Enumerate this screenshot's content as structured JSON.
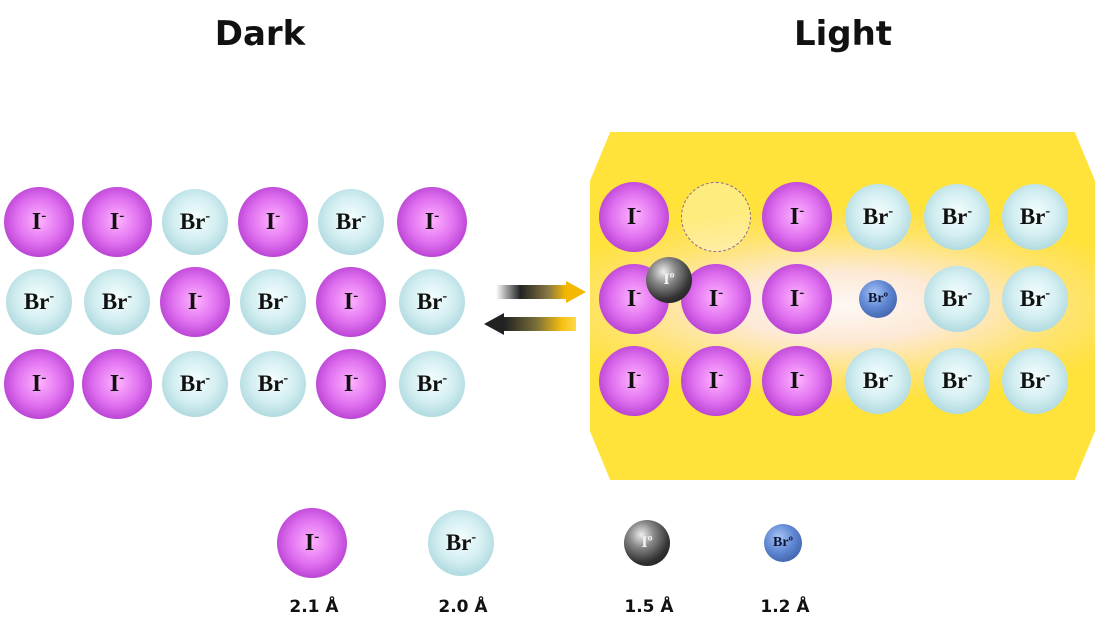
{
  "titles": {
    "dark": "Dark",
    "light": "Light"
  },
  "ions": {
    "iodide": {
      "symbol": "I",
      "charge": "-"
    },
    "bromide": {
      "symbol": "Br",
      "charge": "-"
    },
    "iodine0": {
      "symbol": "I",
      "charge": "o"
    },
    "bromine0": {
      "symbol": "Br",
      "charge": "o"
    }
  },
  "dark_lattice": [
    [
      "iodide",
      "iodide",
      "bromide",
      "iodide",
      "bromide",
      "iodide"
    ],
    [
      "bromide",
      "bromide",
      "iodide",
      "bromide",
      "iodide",
      "bromide"
    ],
    [
      "iodide",
      "iodide",
      "bromide",
      "bromide",
      "iodide",
      "bromide"
    ]
  ],
  "light_lattice": [
    [
      "iodide",
      "vacancy",
      "iodide",
      "bromide",
      "bromide",
      "bromide"
    ],
    [
      "iodide",
      "iodide",
      "iodide",
      "bromine0",
      "bromide",
      "bromide"
    ],
    [
      "iodide",
      "iodide",
      "iodide",
      "bromide",
      "bromide",
      "bromide"
    ]
  ],
  "light_extra": "iodine0",
  "legend": [
    {
      "species": "iodide",
      "size": "2.1 Å"
    },
    {
      "species": "bromide",
      "size": "2.0 Å"
    },
    {
      "species": "iodine0",
      "size": "1.5 Å"
    },
    {
      "species": "bromine0",
      "size": "1.2 Å"
    }
  ],
  "colors": {
    "iodide": "#c44fd9",
    "bromide": "#a9d6dc",
    "iodine0": "#333333",
    "bromine0": "#4f75c4",
    "glow": "#ffe23a",
    "arrow_gold": "#f5b800"
  }
}
